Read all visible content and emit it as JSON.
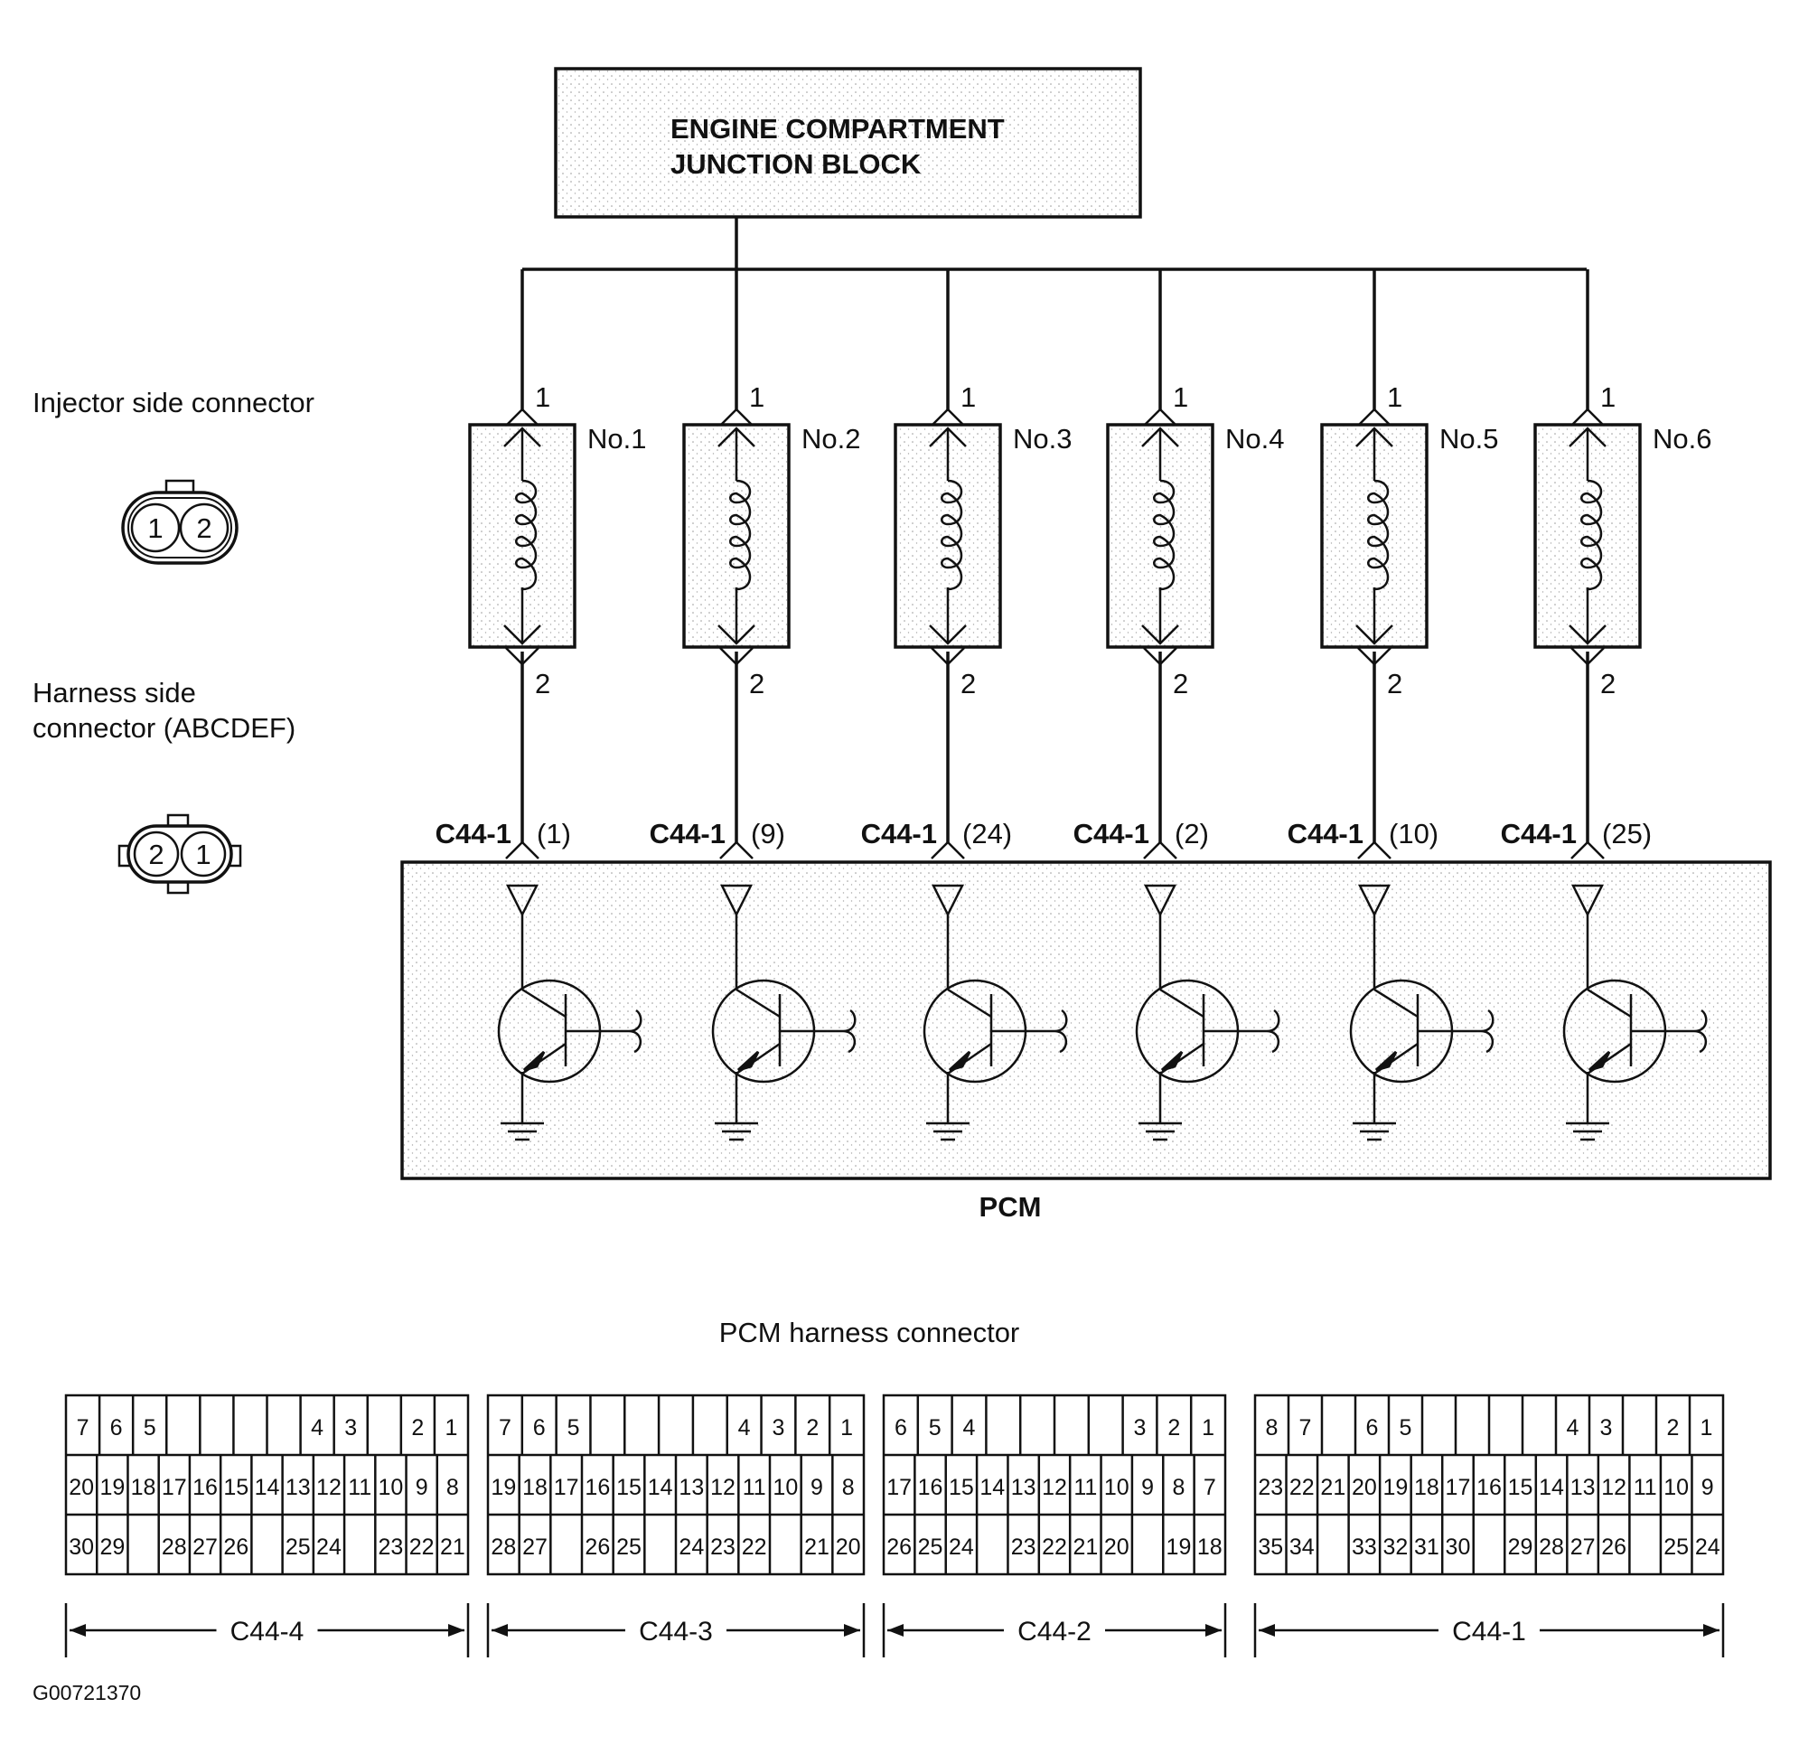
{
  "junction_block": {
    "line1": "ENGINE COMPARTMENT",
    "line2": "JUNCTION BLOCK"
  },
  "injector_side_connector": {
    "label": "Injector side connector",
    "pins": [
      "1",
      "2"
    ]
  },
  "harness_side_connector": {
    "line1": "Harness side",
    "line2": "connector (ABCDEF)",
    "pins": [
      "2",
      "1"
    ]
  },
  "injectors": [
    {
      "name": "No.1",
      "pin_top": "1",
      "pin_bottom": "2",
      "connector": "C44-1",
      "pcm_pin": "(1)"
    },
    {
      "name": "No.2",
      "pin_top": "1",
      "pin_bottom": "2",
      "connector": "C44-1",
      "pcm_pin": "(9)"
    },
    {
      "name": "No.3",
      "pin_top": "1",
      "pin_bottom": "2",
      "connector": "C44-1",
      "pcm_pin": "(24)"
    },
    {
      "name": "No.4",
      "pin_top": "1",
      "pin_bottom": "2",
      "connector": "C44-1",
      "pcm_pin": "(2)"
    },
    {
      "name": "No.5",
      "pin_top": "1",
      "pin_bottom": "2",
      "connector": "C44-1",
      "pcm_pin": "(10)"
    },
    {
      "name": "No.6",
      "pin_top": "1",
      "pin_bottom": "2",
      "connector": "C44-1",
      "pcm_pin": "(25)"
    }
  ],
  "pcm": {
    "label": "PCM"
  },
  "harness_connector": {
    "title": "PCM harness connector",
    "connectors": [
      {
        "name": "C44-4",
        "row1": [
          "7",
          "6",
          "5",
          "",
          "",
          "",
          "",
          "4",
          "3",
          "",
          "2",
          "1"
        ],
        "row2": [
          "20",
          "19",
          "18",
          "17",
          "16",
          "15",
          "14",
          "13",
          "12",
          "11",
          "10",
          "9",
          "8"
        ],
        "row3": [
          "30",
          "29",
          "",
          "28",
          "27",
          "26",
          "",
          "25",
          "24",
          "",
          "23",
          "22",
          "21"
        ]
      },
      {
        "name": "C44-3",
        "row1": [
          "7",
          "6",
          "5",
          "",
          "",
          "",
          "",
          "4",
          "3",
          "2",
          "1"
        ],
        "row2": [
          "19",
          "18",
          "17",
          "16",
          "15",
          "14",
          "13",
          "12",
          "11",
          "10",
          "9",
          "8"
        ],
        "row3": [
          "28",
          "27",
          "",
          "26",
          "25",
          "",
          "24",
          "23",
          "22",
          "",
          "21",
          "20"
        ]
      },
      {
        "name": "C44-2",
        "row1": [
          "6",
          "5",
          "4",
          "",
          "",
          "",
          "",
          "3",
          "2",
          "1"
        ],
        "row2": [
          "17",
          "16",
          "15",
          "14",
          "13",
          "12",
          "11",
          "10",
          "9",
          "8",
          "7"
        ],
        "row3": [
          "26",
          "25",
          "24",
          "",
          "23",
          "22",
          "21",
          "20",
          "",
          "19",
          "18"
        ]
      },
      {
        "name": "C44-1",
        "row1": [
          "8",
          "7",
          "",
          "6",
          "5",
          "",
          "",
          "",
          "",
          "4",
          "3",
          "",
          "2",
          "1"
        ],
        "row2": [
          "23",
          "22",
          "21",
          "20",
          "19",
          "18",
          "17",
          "16",
          "15",
          "14",
          "13",
          "12",
          "11",
          "10",
          "9"
        ],
        "row3": [
          "35",
          "34",
          "",
          "33",
          "32",
          "31",
          "30",
          "",
          "29",
          "28",
          "27",
          "26",
          "",
          "25",
          "24"
        ]
      }
    ]
  },
  "figure_id": "G00721370"
}
